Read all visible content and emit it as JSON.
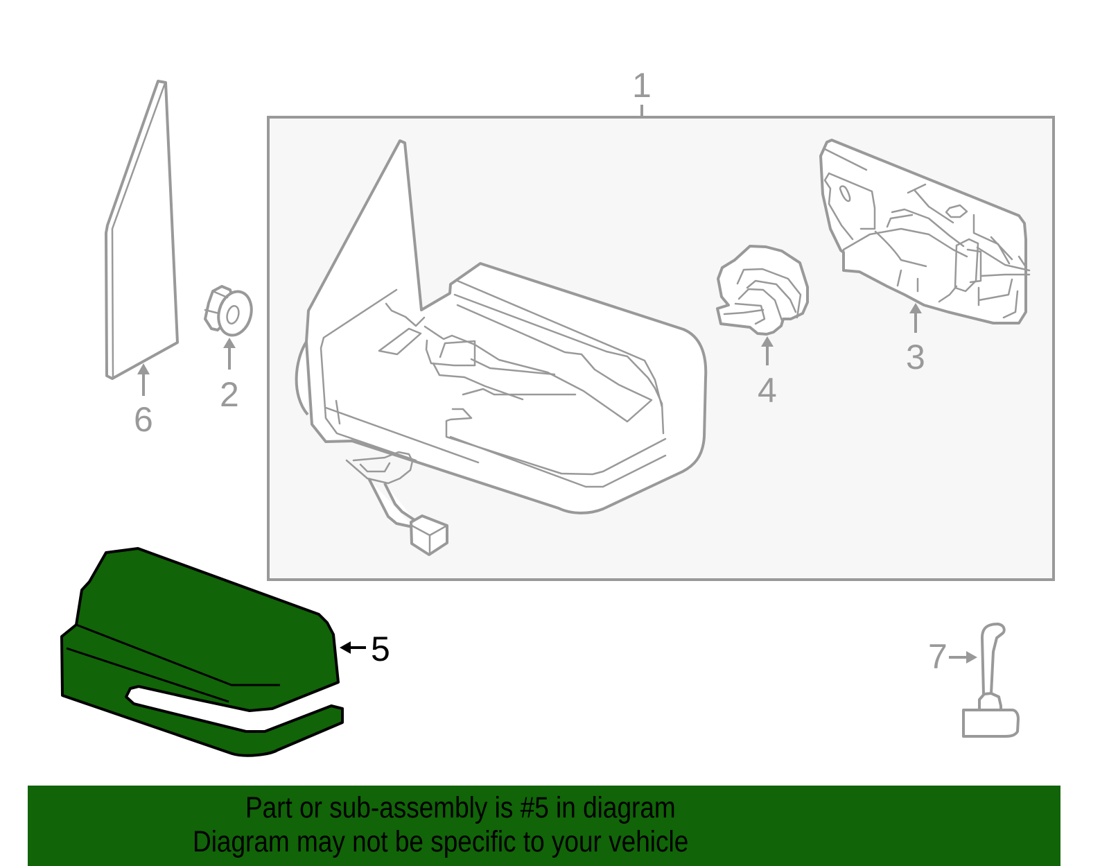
{
  "diagram": {
    "title": "Mirror assembly exploded parts diagram",
    "highlight_color": "#116408",
    "line_color": "#999999",
    "assembly_box_fill": "#f7f7f7",
    "callouts": [
      {
        "number": "1",
        "part": "mirror-assembly",
        "highlighted": false
      },
      {
        "number": "2",
        "part": "nut",
        "highlighted": false
      },
      {
        "number": "3",
        "part": "mirror-glass-backing",
        "highlighted": false
      },
      {
        "number": "4",
        "part": "lamp-socket",
        "highlighted": false
      },
      {
        "number": "5",
        "part": "mirror-cover-cap",
        "highlighted": true
      },
      {
        "number": "6",
        "part": "seal-gasket",
        "highlighted": false
      },
      {
        "number": "7",
        "part": "bulb",
        "highlighted": false
      }
    ]
  },
  "banner": {
    "line1": "Part or sub-assembly is #5 in diagram",
    "line2": "Diagram may not be specific to your vehicle"
  }
}
